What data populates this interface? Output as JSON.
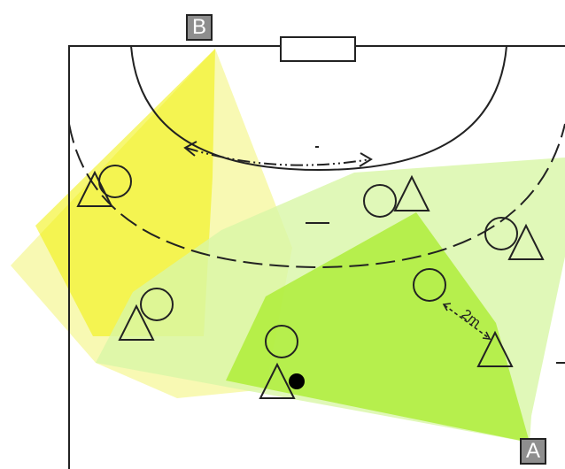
{
  "labels": {
    "point_a": "A",
    "point_b": "B",
    "distance": "2m"
  },
  "colors": {
    "yellow_strong": "#f0f000",
    "yellow_pale": "#f6f79a",
    "green_strong": "#a8ec2a",
    "green_pale": "#d8f6a6",
    "line": "#222222",
    "label_box": "#8e8e8e"
  }
}
